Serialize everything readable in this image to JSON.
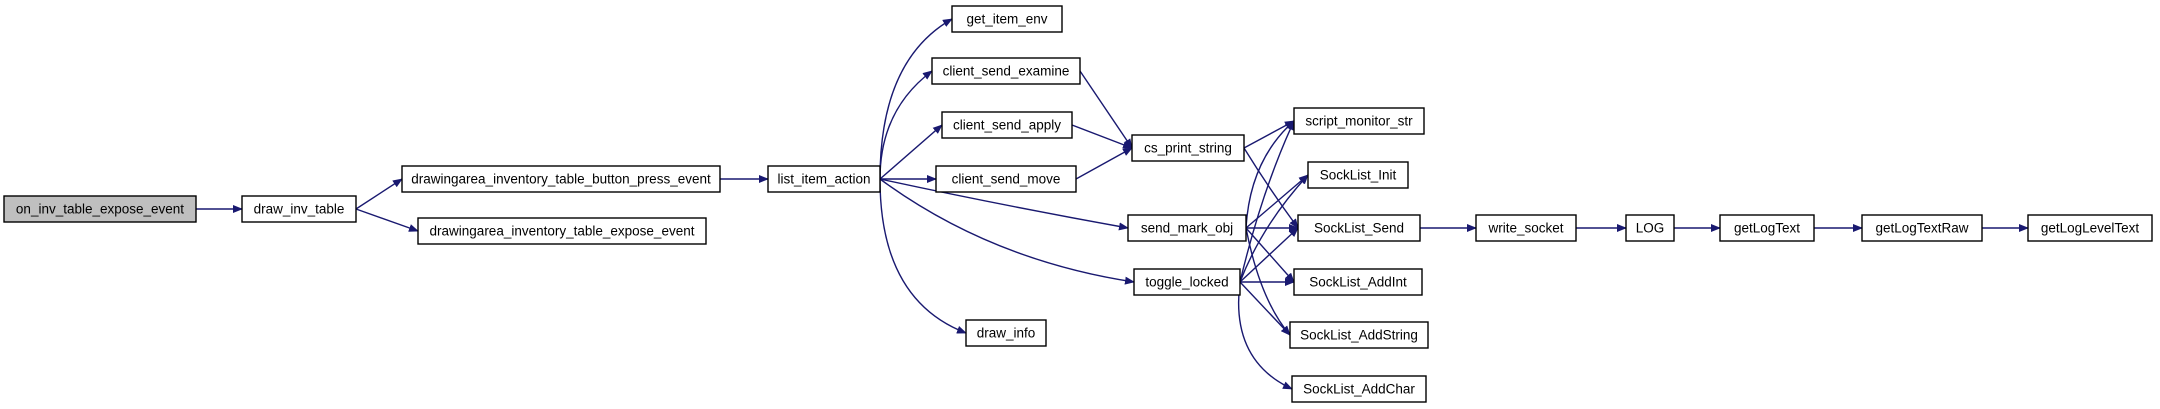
{
  "diagram": {
    "type": "call-graph",
    "colors": {
      "edge": "#191970",
      "root_fill": "#bfbfbf",
      "node_fill": "#ffffff",
      "border": "#000000"
    },
    "root": "on_inv_table_expose_event",
    "nodes": [
      {
        "id": "on_inv_table_expose_event",
        "label": "on_inv_table_expose_event"
      },
      {
        "id": "draw_inv_table",
        "label": "draw_inv_table"
      },
      {
        "id": "drawingarea_inventory_table_button_press_event",
        "label": "drawingarea_inventory_table_button_press_event"
      },
      {
        "id": "drawingarea_inventory_table_expose_event",
        "label": "drawingarea_inventory_table_expose_event"
      },
      {
        "id": "list_item_action",
        "label": "list_item_action"
      },
      {
        "id": "get_item_env",
        "label": "get_item_env"
      },
      {
        "id": "client_send_examine",
        "label": "client_send_examine"
      },
      {
        "id": "client_send_apply",
        "label": "client_send_apply"
      },
      {
        "id": "client_send_move",
        "label": "client_send_move"
      },
      {
        "id": "draw_info",
        "label": "draw_info"
      },
      {
        "id": "cs_print_string",
        "label": "cs_print_string"
      },
      {
        "id": "send_mark_obj",
        "label": "send_mark_obj"
      },
      {
        "id": "toggle_locked",
        "label": "toggle_locked"
      },
      {
        "id": "script_monitor_str",
        "label": "script_monitor_str"
      },
      {
        "id": "SockList_Init",
        "label": "SockList_Init"
      },
      {
        "id": "SockList_Send",
        "label": "SockList_Send"
      },
      {
        "id": "SockList_AddInt",
        "label": "SockList_AddInt"
      },
      {
        "id": "SockList_AddString",
        "label": "SockList_AddString"
      },
      {
        "id": "SockList_AddChar",
        "label": "SockList_AddChar"
      },
      {
        "id": "write_socket",
        "label": "write_socket"
      },
      {
        "id": "LOG",
        "label": "LOG"
      },
      {
        "id": "getLogText",
        "label": "getLogText"
      },
      {
        "id": "getLogTextRaw",
        "label": "getLogTextRaw"
      },
      {
        "id": "getLogLevelText",
        "label": "getLogLevelText"
      }
    ],
    "edges": [
      {
        "from": "on_inv_table_expose_event",
        "to": "draw_inv_table"
      },
      {
        "from": "draw_inv_table",
        "to": "drawingarea_inventory_table_button_press_event"
      },
      {
        "from": "draw_inv_table",
        "to": "drawingarea_inventory_table_expose_event"
      },
      {
        "from": "drawingarea_inventory_table_button_press_event",
        "to": "list_item_action"
      },
      {
        "from": "list_item_action",
        "to": "get_item_env"
      },
      {
        "from": "list_item_action",
        "to": "client_send_examine"
      },
      {
        "from": "list_item_action",
        "to": "client_send_apply"
      },
      {
        "from": "list_item_action",
        "to": "client_send_move"
      },
      {
        "from": "list_item_action",
        "to": "send_mark_obj"
      },
      {
        "from": "list_item_action",
        "to": "toggle_locked"
      },
      {
        "from": "list_item_action",
        "to": "draw_info"
      },
      {
        "from": "client_send_examine",
        "to": "cs_print_string"
      },
      {
        "from": "client_send_apply",
        "to": "cs_print_string"
      },
      {
        "from": "client_send_move",
        "to": "cs_print_string"
      },
      {
        "from": "cs_print_string",
        "to": "script_monitor_str"
      },
      {
        "from": "cs_print_string",
        "to": "SockList_Send"
      },
      {
        "from": "send_mark_obj",
        "to": "script_monitor_str"
      },
      {
        "from": "send_mark_obj",
        "to": "SockList_Init"
      },
      {
        "from": "send_mark_obj",
        "to": "SockList_Send"
      },
      {
        "from": "send_mark_obj",
        "to": "SockList_AddInt"
      },
      {
        "from": "send_mark_obj",
        "to": "SockList_AddString"
      },
      {
        "from": "toggle_locked",
        "to": "script_monitor_str"
      },
      {
        "from": "toggle_locked",
        "to": "SockList_Init"
      },
      {
        "from": "toggle_locked",
        "to": "SockList_Send"
      },
      {
        "from": "toggle_locked",
        "to": "SockList_AddInt"
      },
      {
        "from": "toggle_locked",
        "to": "SockList_AddString"
      },
      {
        "from": "toggle_locked",
        "to": "SockList_AddChar"
      },
      {
        "from": "SockList_Send",
        "to": "write_socket"
      },
      {
        "from": "write_socket",
        "to": "LOG"
      },
      {
        "from": "LOG",
        "to": "getLogText"
      },
      {
        "from": "getLogText",
        "to": "getLogTextRaw"
      },
      {
        "from": "getLogTextRaw",
        "to": "getLogLevelText"
      }
    ]
  }
}
